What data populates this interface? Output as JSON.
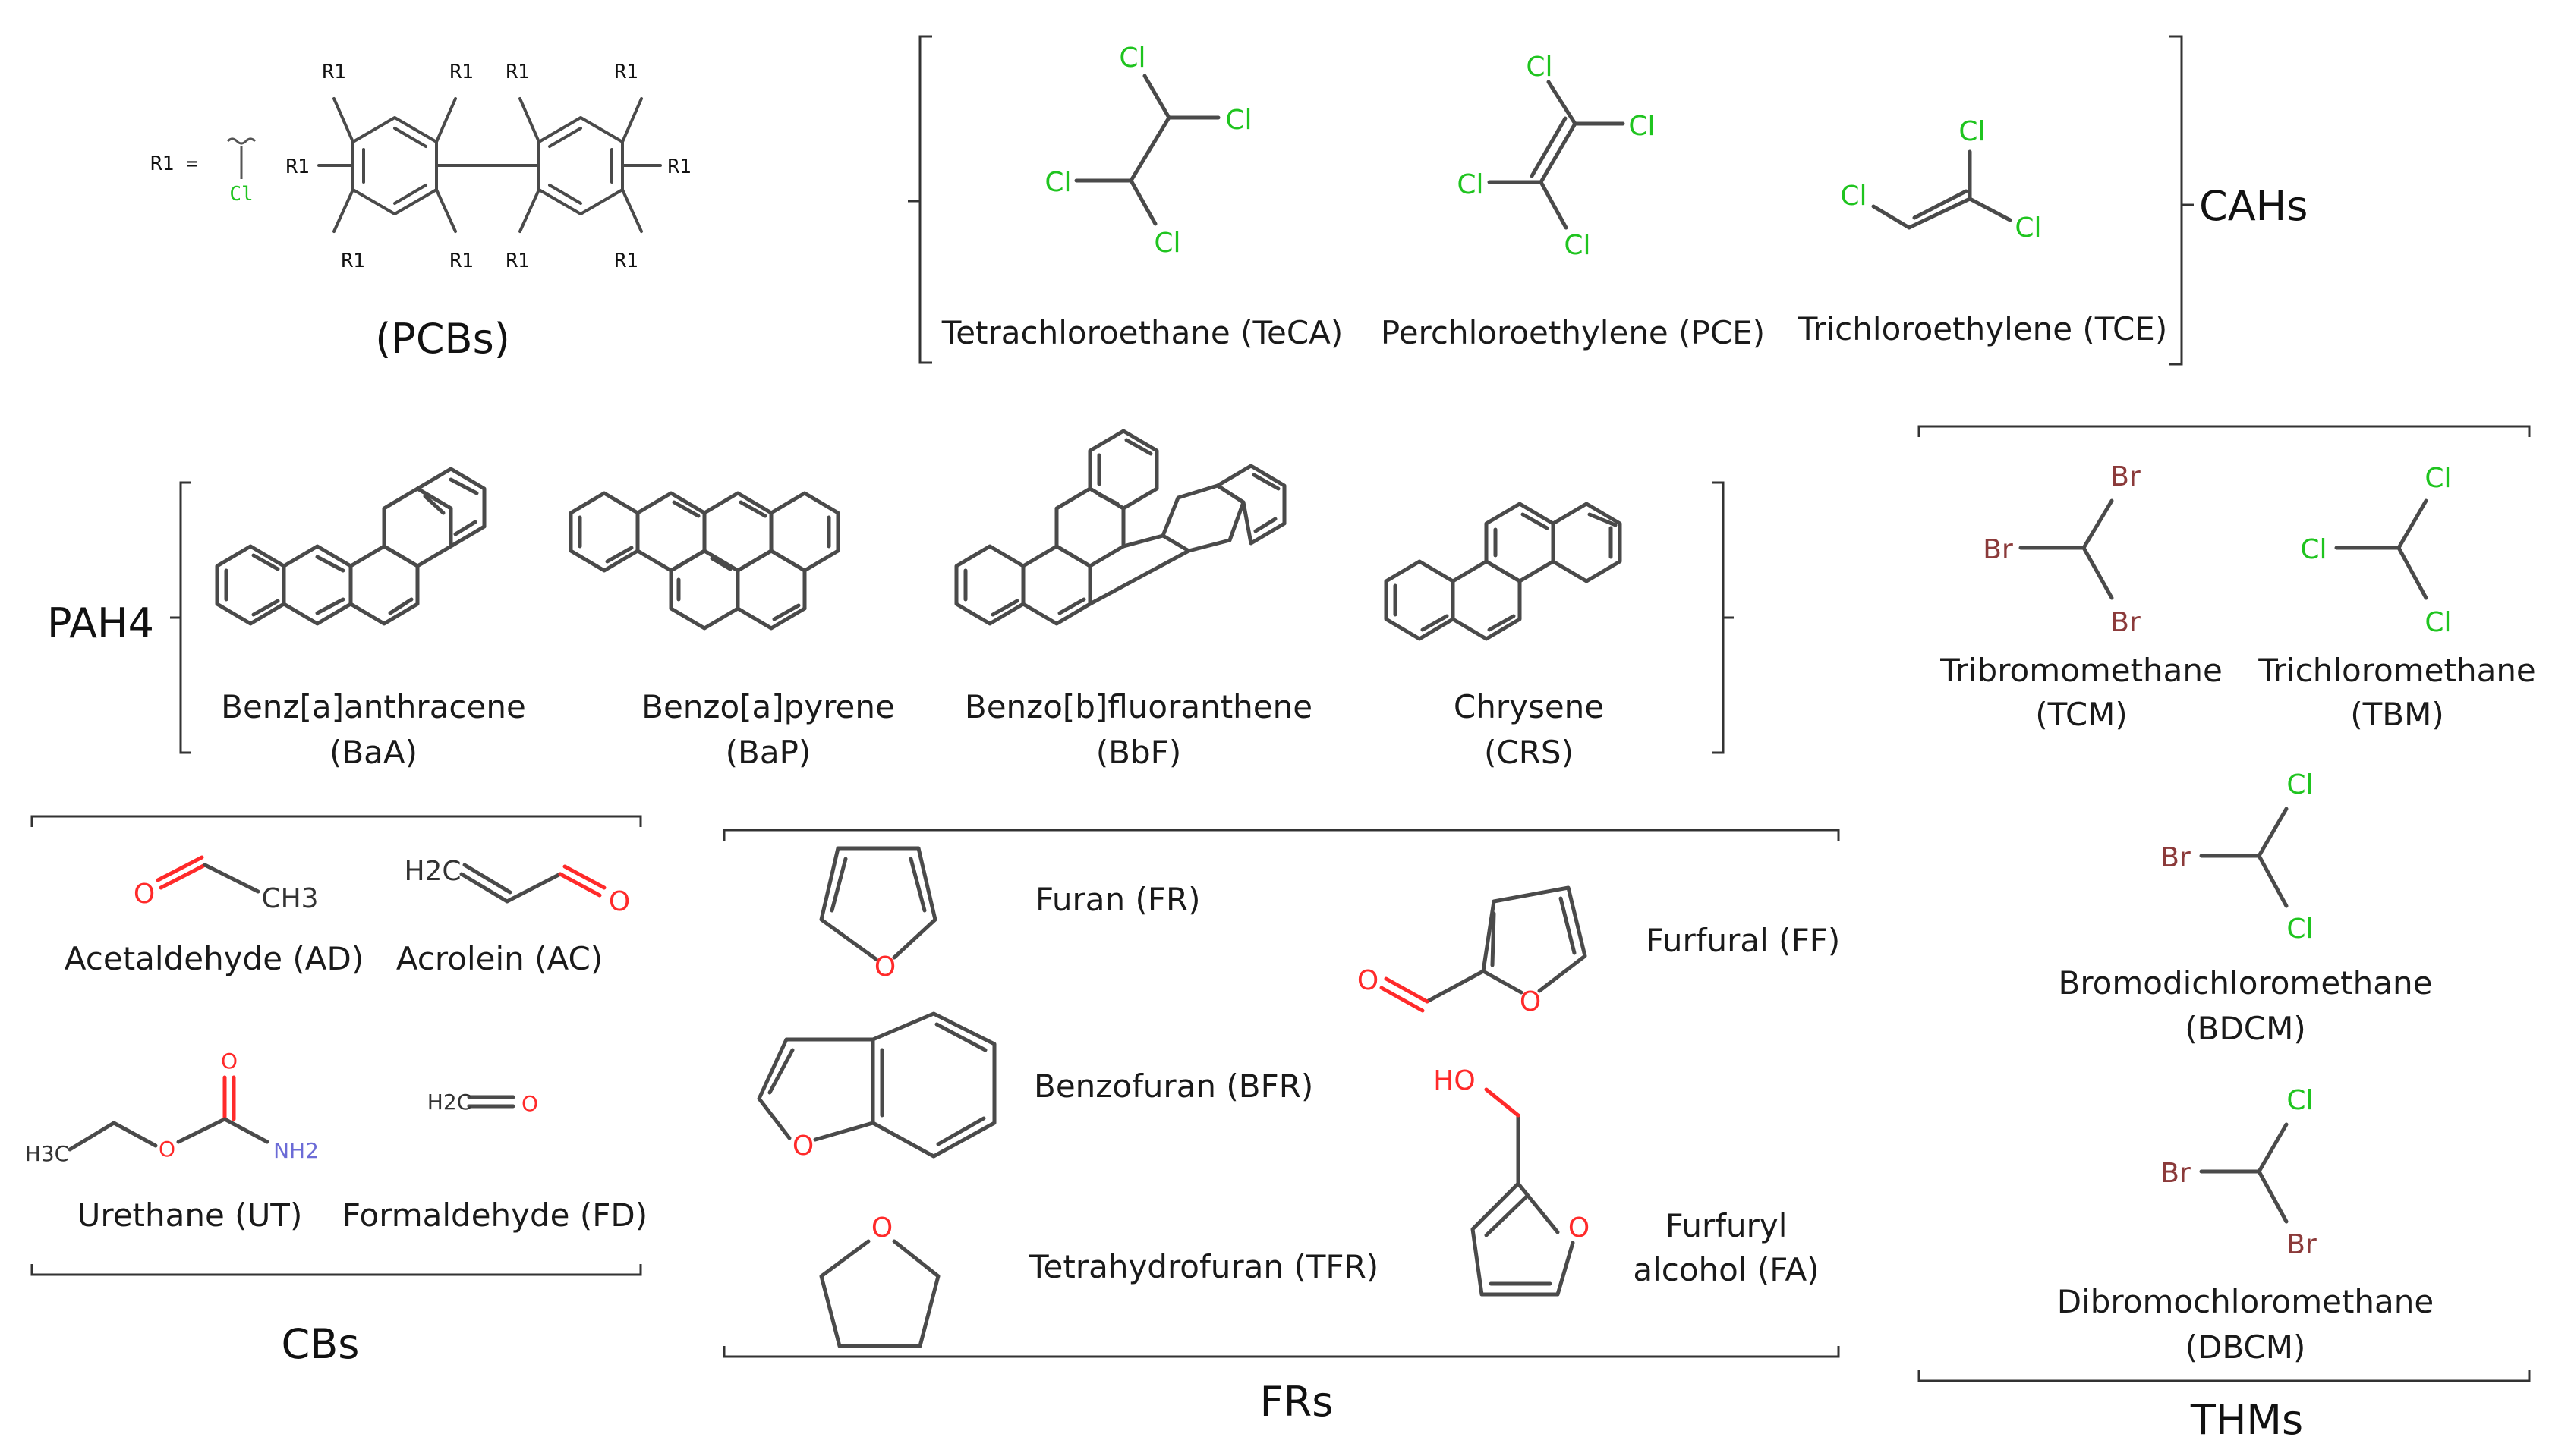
{
  "colors": {
    "cl": "#1fc41f",
    "br": "#8b3a3a",
    "o": "#ff2a2a",
    "n": "#6b6bd6",
    "bond": "#4a4a4a",
    "text": "#1a1a1a"
  },
  "groups": {
    "pcbs": "(PCBs)",
    "cahs": "CAHs",
    "pah4": "PAH4",
    "cbs": "CBs",
    "frs": "FRs",
    "thms": "THMs"
  },
  "pcb": {
    "r1_def": "R1 =",
    "r1": "R1",
    "cl": "Cl"
  },
  "atoms": {
    "cl": "Cl",
    "br": "Br",
    "o": "O",
    "ho": "HO",
    "h2c": "H2C",
    "h3c": "H3C",
    "ch3": "CH3",
    "nh2": "NH2"
  },
  "cah": [
    {
      "name": "Tetrachloroethane (TeCA)"
    },
    {
      "name": "Perchloroethylene (PCE)"
    },
    {
      "name": "Trichloroethylene (TCE)"
    }
  ],
  "pah": [
    {
      "name": "Benz[a]anthracene",
      "abbr": "(BaA)"
    },
    {
      "name": "Benzo[a]pyrene",
      "abbr": "(BaP)"
    },
    {
      "name": "Benzo[b]fluoranthene",
      "abbr": "(BbF)"
    },
    {
      "name": "Chrysene",
      "abbr": "(CRS)"
    }
  ],
  "thm": [
    {
      "name": "Tribromomethane",
      "abbr": "(TCM)"
    },
    {
      "name": "Trichloromethane",
      "abbr": "(TBM)"
    },
    {
      "name": "Bromodichloromethane",
      "abbr": "(BDCM)"
    },
    {
      "name": "Dibromochloromethane",
      "abbr": "(DBCM)"
    }
  ],
  "cb": [
    {
      "name": "Acetaldehyde (AD)"
    },
    {
      "name": "Acrolein (AC)"
    },
    {
      "name": "Urethane (UT)"
    },
    {
      "name": "Formaldehyde (FD)"
    }
  ],
  "fr": [
    {
      "name": "Furan (FR)"
    },
    {
      "name": "Benzofuran (BFR)"
    },
    {
      "name": "Tetrahydrofuran (TFR)"
    },
    {
      "name": "Furfural (FF)"
    },
    {
      "name": "Furfuryl",
      "name2": "alcohol (FA)"
    }
  ]
}
